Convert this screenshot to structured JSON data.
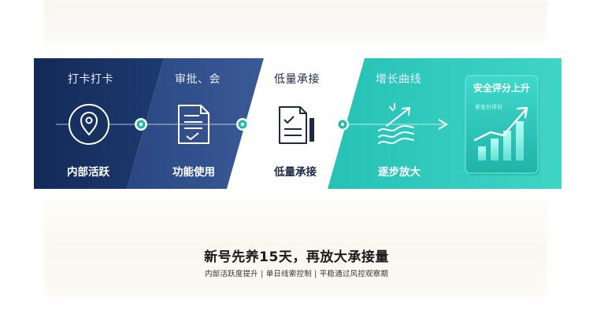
{
  "stages": [
    {
      "title": "打卡打卡",
      "caption": "内部活跃",
      "icon": "location-pin-icon"
    },
    {
      "title": "审批、会",
      "caption": "功能使用",
      "icon": "document-check-icon"
    },
    {
      "title": "低量承接",
      "caption": "低量承接",
      "icon": "clipboard-check-icon"
    },
    {
      "title": "增长曲线",
      "caption": "逐步放大",
      "icon": "growth-waves-icon"
    }
  ],
  "card": {
    "title": "安全评分上升",
    "subtitle": "安全分评分",
    "icon": "rising-bar-chart-icon"
  },
  "headline": "新号先养15天，再放大承接量",
  "subline": "内部活跃度提升 | 单日线索控制 | 平稳通过风控观察期",
  "colors": {
    "navy": "#17305f",
    "mid_blue": "#2b4a86",
    "teal": "#2cc4b8",
    "teal_dark": "#1fb1a6",
    "node": "#23b8ad"
  }
}
